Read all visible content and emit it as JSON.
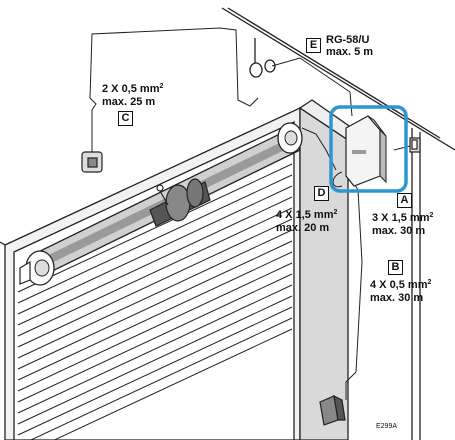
{
  "labels": {
    "E": {
      "letter": "E",
      "l1": "RG-58/U",
      "l2": "max. 5 m"
    },
    "C": {
      "letter": "C",
      "l1a": "2 X 0,5 mm",
      "sup": "2",
      "l2": "max. 25 m"
    },
    "D": {
      "letter": "D",
      "l1a": "4 X 1,5 mm",
      "sup": "2",
      "l2": "max. 20 m"
    },
    "A": {
      "letter": "A",
      "l1a": "3 X 1,5 mm",
      "sup": "2",
      "l2": "max. 30 m"
    },
    "B": {
      "letter": "B",
      "l1a": "4 X 0,5 mm",
      "sup": "2",
      "l2": "max. 30 m"
    }
  },
  "figure_code": "E299A",
  "colors": {
    "highlight": "#2b97cf",
    "line": "#222222",
    "shade": "#bfbfbf"
  }
}
